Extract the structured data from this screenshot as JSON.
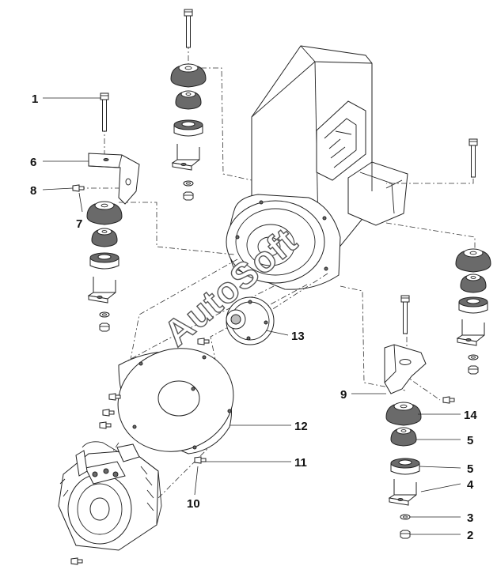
{
  "watermark": "AutoSoft",
  "callouts": {
    "c1": "1",
    "c2": "2",
    "c3": "3",
    "c4": "4",
    "c5a": "5",
    "c5b": "5",
    "c6": "6",
    "c7": "7",
    "c8": "8",
    "c9": "9",
    "c10": "10",
    "c11": "11",
    "c12": "12",
    "c13": "13",
    "c14": "14"
  },
  "colors": {
    "line": "#222222",
    "rubber": "#6a6a6a",
    "background": "#ffffff"
  }
}
